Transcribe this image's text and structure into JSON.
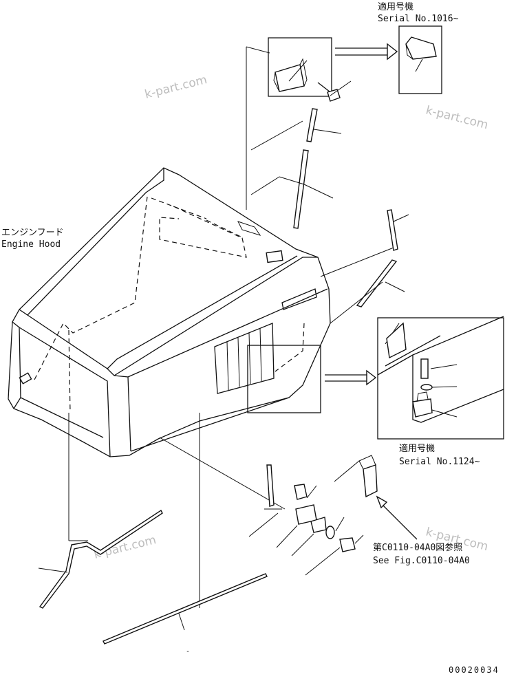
{
  "labels": {
    "hood_jp": "エンジンフード",
    "hood_en": "Engine Hood",
    "top_applicability_jp": "適用号機",
    "top_serial": "Serial No.1016~",
    "right_applicability_jp": "適用号機",
    "right_serial": "Serial No.1124~",
    "ref_jp": "第C0110-04A0図参照",
    "ref_en": "See Fig.C0110-04A0",
    "dot_mark": "-",
    "figure_number": "00020034"
  },
  "watermarks": [
    "k-part.com",
    "k-part.com",
    "k-part.com",
    "k-part.com"
  ]
}
